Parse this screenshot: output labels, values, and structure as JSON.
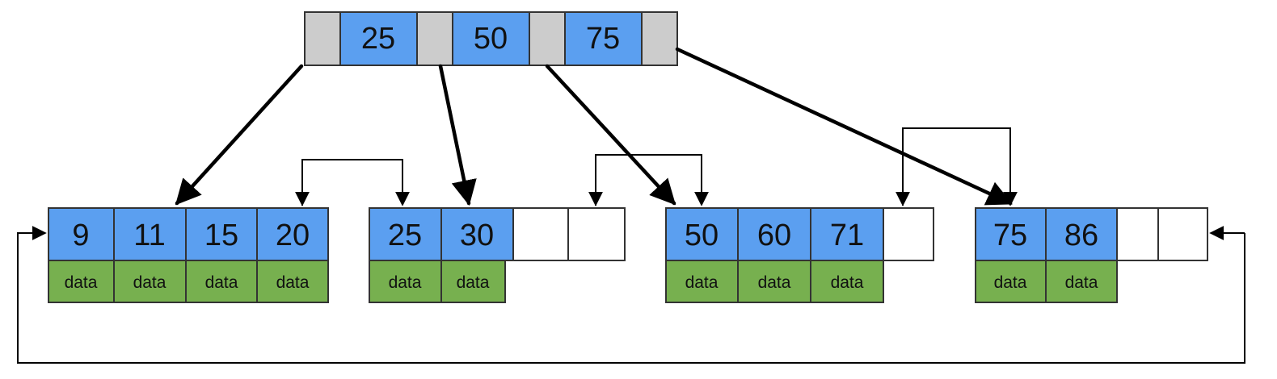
{
  "colors": {
    "key_fill": "#5b9ff0",
    "pointer_fill": "#cccccc",
    "data_fill": "#77b04f",
    "empty_fill": "#ffffff",
    "stroke": "#333333",
    "arrow": "#000000"
  },
  "root": {
    "keys": [
      "25",
      "50",
      "75"
    ]
  },
  "leaves": [
    {
      "keys": [
        "9",
        "11",
        "15",
        "20"
      ],
      "data": [
        "data",
        "data",
        "data",
        "data"
      ]
    },
    {
      "keys": [
        "25",
        "30",
        "",
        ""
      ],
      "data": [
        "data",
        "data"
      ]
    },
    {
      "keys": [
        "50",
        "60",
        "71",
        ""
      ],
      "data": [
        "data",
        "data",
        "data"
      ]
    },
    {
      "keys": [
        "75",
        "86",
        "",
        ""
      ],
      "data": [
        "data",
        "data"
      ]
    }
  ]
}
